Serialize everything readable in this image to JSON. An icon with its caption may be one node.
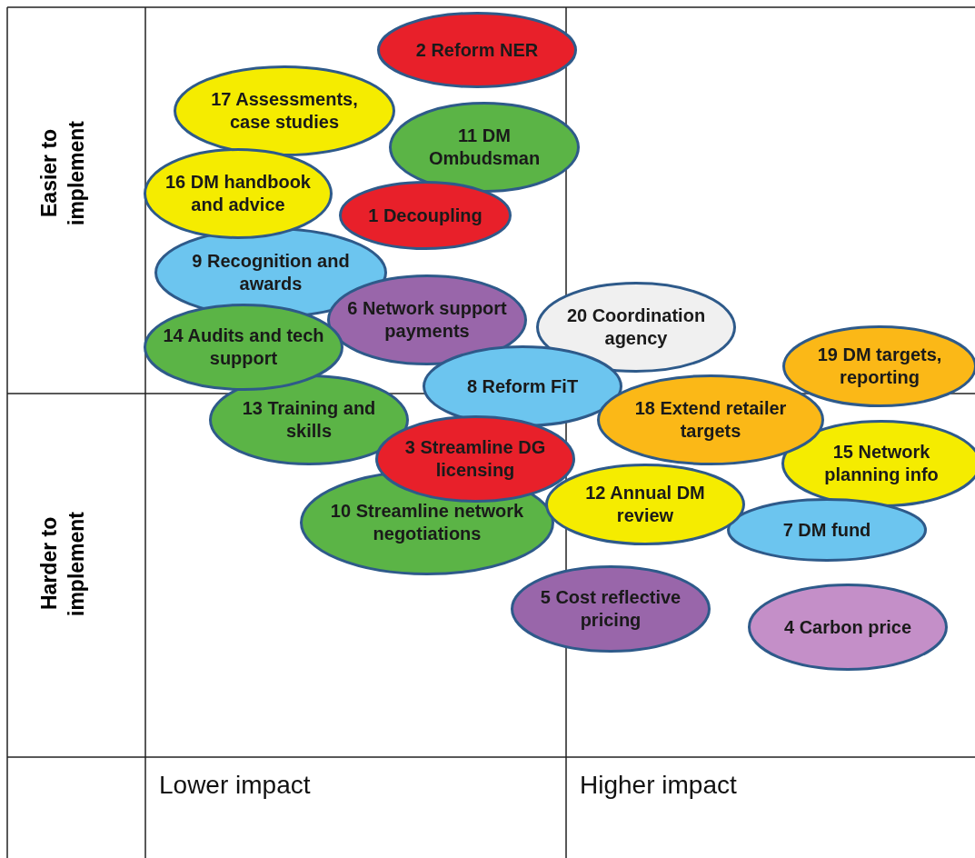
{
  "diagram": {
    "nodes": [
      {
        "text": [
          "2 Reform NER"
        ]
      },
      {
        "text": [
          "17 Assessments, case studies"
        ]
      },
      {
        "text": [
          "11 DM Ombudsman"
        ]
      },
      {
        "text": [
          "16 DM handbook and advice"
        ]
      },
      {
        "text": [
          "1 Decoupling"
        ]
      },
      {
        "text": [
          "9 Recognition and awards"
        ]
      },
      {
        "text": [
          "6 Network support payments"
        ]
      },
      {
        "text": [
          "20 Coordination agency"
        ]
      },
      {
        "text": [
          "14 Audits and tech support"
        ]
      },
      {
        "text": [
          "19 DM targets, reporting"
        ]
      },
      {
        "text": [
          "8 Reform FiT"
        ]
      },
      {
        "text": [
          "13 Training and skills"
        ]
      },
      {
        "text": [
          "18 Extend retailer targets"
        ]
      },
      {
        "text": [
          "15 Network planning info"
        ]
      },
      {
        "text": [
          "3 Streamline DG licensing"
        ]
      },
      {
        "text": [
          "12 Annual DM review"
        ]
      },
      {
        "text": [
          "10 Streamline network negotiations"
        ]
      },
      {
        "text": [
          "7 DM fund"
        ]
      },
      {
        "text": [
          "5 Cost reflective pricing"
        ]
      },
      {
        "text": [
          "4 Carbon price"
        ]
      }
    ],
    "labels": [
      "Easier to implement",
      "Harder to implement",
      "Lower impact",
      "Higher impact"
    ]
  }
}
